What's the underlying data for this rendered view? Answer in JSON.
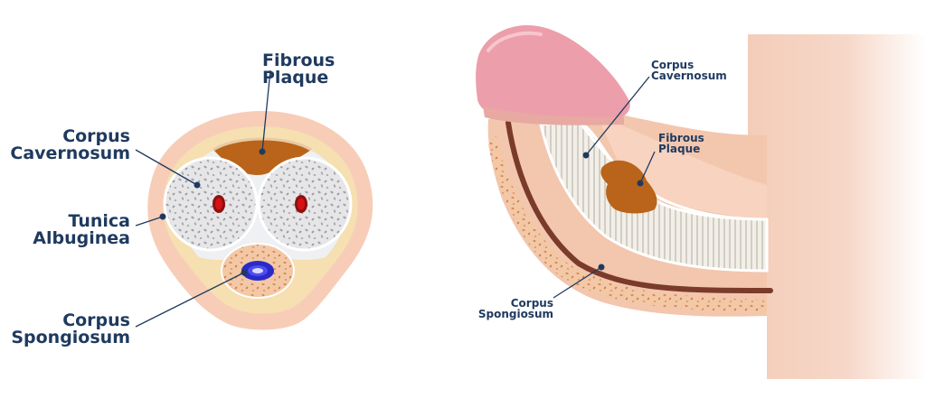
{
  "cross_section": {
    "fibrous_plaque": [
      "Fibrous",
      "Plaque"
    ],
    "corpus_cavernosum": [
      "Corpus",
      "Cavernosum"
    ],
    "tunica_albuginea": [
      "Tunica",
      "Albuginea"
    ],
    "corpus_spongiosum": [
      "Corpus",
      "Spongiosum"
    ]
  },
  "side_view": {
    "corpus_cavernosum": [
      "Corpus",
      "Cavernosum"
    ],
    "fibrous_plaque": [
      "Fibrous",
      "Plaque"
    ],
    "corpus_spongiosum": [
      "Corpus",
      "Spongiosum"
    ]
  },
  "colors": {
    "label_text": "#1f3a5f",
    "skin_outer": "#f7cdb8",
    "tunica": "#f6dfb0",
    "tissue": "#e9e9ea",
    "plaque": "#b9641a",
    "glans": "#ec9eaa",
    "artery": "#c41010",
    "urethra": "#2f2fd0"
  }
}
